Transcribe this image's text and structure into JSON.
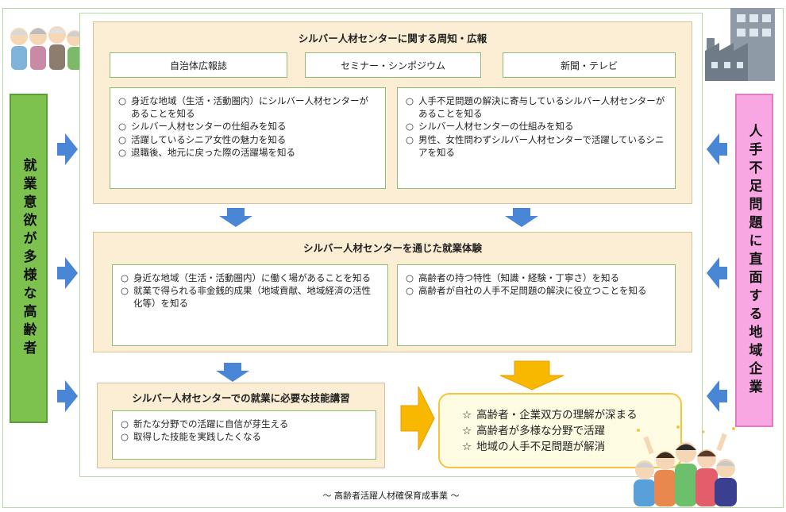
{
  "left_label": "就業意欲が多様な高齢者",
  "right_label": "人手不足問題に直面する地域企業",
  "panel1": {
    "title": "シルバー人材センターに関する周知・広報",
    "tags": [
      "自治体広報誌",
      "セミナー・シンポジウム",
      "新聞・テレビ"
    ],
    "left_items": [
      {
        "mark": "○",
        "text": "身近な地域（生活・活動圏内）にシルバー人材センターがあることを知る"
      },
      {
        "mark": "○",
        "text": "シルバー人材センターの仕組みを知る"
      },
      {
        "mark": "○",
        "text": "活躍しているシニア女性の魅力を知る"
      },
      {
        "mark": "○",
        "text": "退職後、地元に戻った際の活躍場を知る"
      }
    ],
    "right_items": [
      {
        "mark": "○",
        "text": "人手不足問題の解決に寄与しているシルバー人材センターがあることを知る"
      },
      {
        "mark": "○",
        "text": "シルバー人材センターの仕組みを知る"
      },
      {
        "mark": "○",
        "text": "男性、女性問わずシルバー人材センターで活躍しているシニアを知る"
      }
    ]
  },
  "panel2": {
    "title": "シルバー人材センターを通じた就業体験",
    "left_items": [
      {
        "mark": "○",
        "text": "身近な地域（生活・活動圏内）に働く場があることを知る"
      },
      {
        "mark": "○",
        "text": "就業で得られる非金銭的成果（地域貢献、地域経済の活性化等）を知る"
      }
    ],
    "right_items": [
      {
        "mark": "○",
        "text": "高齢者の持つ特性（知識・経験・丁寧さ）を知る"
      },
      {
        "mark": "○",
        "text": "高齢者が自社の人手不足問題の解決に役立つことを知る"
      }
    ]
  },
  "panel3": {
    "title": "シルバー人材センターでの就業に必要な技能講習",
    "items": [
      {
        "mark": "○",
        "text": "新たな分野での活躍に自信が芽生える"
      },
      {
        "mark": "○",
        "text": "取得した技能を実践したくなる"
      }
    ]
  },
  "results": [
    {
      "mark": "☆",
      "text": "高齢者・企業双方の理解が深まる"
    },
    {
      "mark": "☆",
      "text": "高齢者が多様な分野で活躍"
    },
    {
      "mark": "☆",
      "text": "地域の人手不足問題が解消"
    }
  ],
  "caption": "～ 高齢者活躍人材確保育成事業 ～",
  "colors": {
    "accent_blue": "#4a86d6",
    "accent_yellow": "#f5c542",
    "panel_bg": "#fbeed4",
    "left_label_bg": "#7dc14f",
    "right_label_bg": "#f9a7e3"
  },
  "icons": [
    "elderly-group-illustration",
    "office-building-illustration",
    "cheering-people-illustration"
  ]
}
